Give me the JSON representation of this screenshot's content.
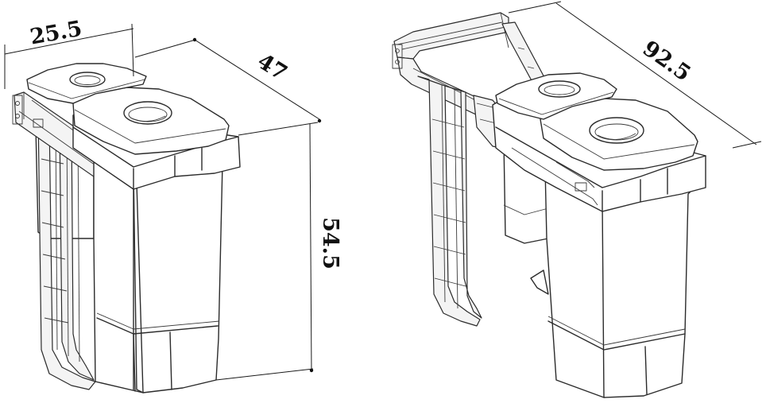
{
  "dimensions": {
    "width_top_left": "25.5",
    "depth_left": "47",
    "height": "54.5",
    "extended_depth_right": "92.5"
  },
  "colors": {
    "line": "#2b2b2b",
    "background": "#ffffff"
  }
}
